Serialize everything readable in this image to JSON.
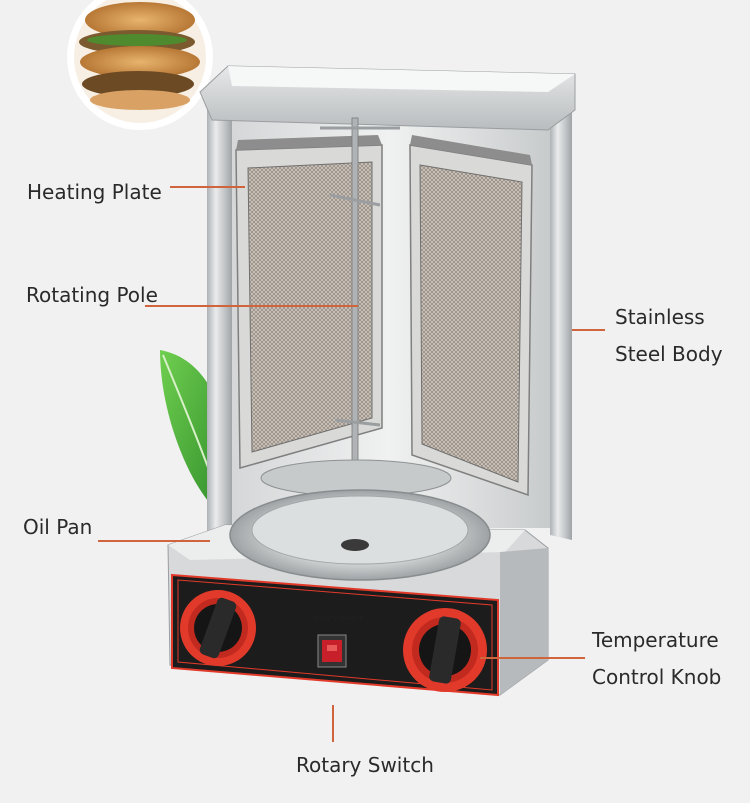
{
  "labels": {
    "heating_plate": "Heating Plate",
    "rotating_pole": "Rotating Pole",
    "stainless_line1": "Stainless",
    "stainless_line2": "Steel Body",
    "oil_pan": "Oil Pan",
    "temperature_line1": "Temperature",
    "temperature_line2": "Control Knob",
    "rotary_switch": "Rotary Switch"
  },
  "panel": {
    "switch_caption": "Rotary Switch"
  },
  "colors": {
    "background": "#f1f1f1",
    "leader_line": "#d0643c",
    "knob_red": "#e23a2a",
    "panel_black": "#1c1c1c",
    "steel": "#c9ccce",
    "switch_red": "#c8202a"
  }
}
